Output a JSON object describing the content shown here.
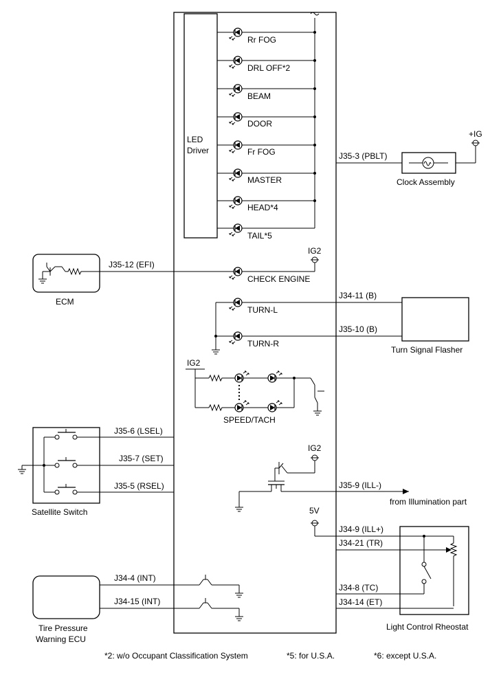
{
  "led_driver": {
    "line1": "LED",
    "line2": "Driver"
  },
  "indicators": [
    "Rr FOG",
    "DRL OFF*2",
    "BEAM",
    "DOOR",
    "Fr FOG",
    "MASTER",
    "HEAD*4",
    "TAIL*5"
  ],
  "check_engine": {
    "label": "CHECK ENGINE",
    "power": "IG2"
  },
  "turn": {
    "left": "TURN-L",
    "right": "TURN-R"
  },
  "speed_tach": {
    "label": "SPEED/TACH",
    "power": "IG2"
  },
  "illumination": {
    "power": "IG2",
    "source": "from Illumination part"
  },
  "rheostat_power": "5V",
  "pins": {
    "pblt": "J35-3 (PBLT)",
    "efi": "J35-12 (EFI)",
    "turn_b1": "J34-11 (B)",
    "turn_b2": "J35-10 (B)",
    "lsel": "J35-6 (LSEL)",
    "set": "J35-7 (SET)",
    "rsel": "J35-5 (RSEL)",
    "ill_minus": "J35-9 (ILL-)",
    "ill_plus": "J34-9 (ILL+)",
    "tr": "J34-21 (TR)",
    "tc": "J34-8 (TC)",
    "et": "J34-14 (ET)",
    "int1": "J34-4 (INT)",
    "int2": "J34-15 (INT)"
  },
  "components": {
    "clock": "Clock Assembly",
    "clock_power": "+IG",
    "ecm": "ECM",
    "flasher": "Turn Signal Flasher",
    "satellite": "Satellite Switch",
    "rheostat": "Light Control Rheostat",
    "tpms_line1": "Tire Pressure",
    "tpms_line2": "Warning ECU"
  },
  "footnotes": {
    "n2": "*2: w/o Occupant Classification System",
    "n5": "*5: for U.S.A.",
    "n6": "*6: except U.S.A."
  }
}
